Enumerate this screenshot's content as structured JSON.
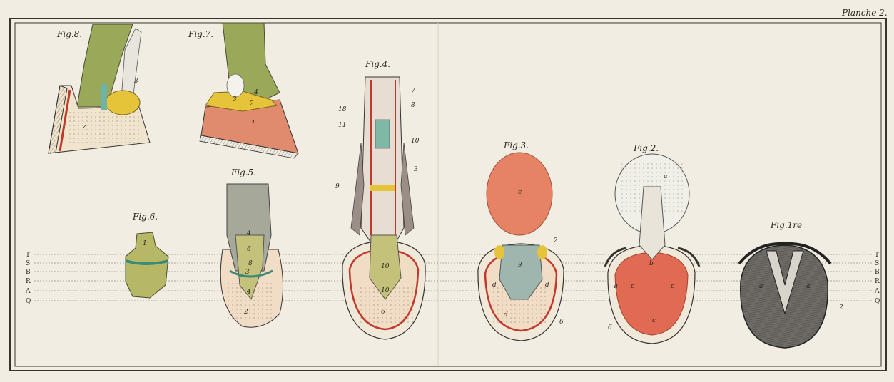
{
  "plate": {
    "title": "Planche 2.",
    "edge_letters": [
      "T",
      "S",
      "B",
      "R",
      "A",
      "Q"
    ]
  },
  "figures": {
    "fig8": {
      "caption": "Fig.8.",
      "labels": [
        "3",
        "z"
      ]
    },
    "fig7": {
      "caption": "Fig.7.",
      "labels": [
        "3",
        "4",
        "2",
        "1"
      ]
    },
    "fig6": {
      "caption": "Fig.6.",
      "labels": [
        "1"
      ]
    },
    "fig5": {
      "caption": "Fig.5.",
      "labels": [
        "4",
        "6",
        "8",
        "3",
        "4",
        "2"
      ]
    },
    "fig4": {
      "caption": "Fig.4.",
      "labels": [
        "7",
        "8",
        "18",
        "11",
        "10",
        "3",
        "9",
        "10",
        "10",
        "6"
      ]
    },
    "fig3": {
      "caption": "Fig.3.",
      "labels": [
        "c",
        "2",
        "g",
        "d",
        "d",
        "d",
        "6"
      ]
    },
    "fig2": {
      "caption": "Fig.2.",
      "labels": [
        "a",
        "b",
        "c",
        "c",
        "c",
        "g",
        "6"
      ]
    },
    "fig1": {
      "caption": "Fig.1re",
      "labels": [
        "a",
        "a",
        "2"
      ]
    }
  },
  "colors": {
    "paper": "#f1ede2",
    "ink": "#2a2520",
    "flesh": "#e0806a",
    "green": "#9aa85a",
    "yellow": "#e6c43a",
    "hoof_grey": "#6e6a66"
  }
}
